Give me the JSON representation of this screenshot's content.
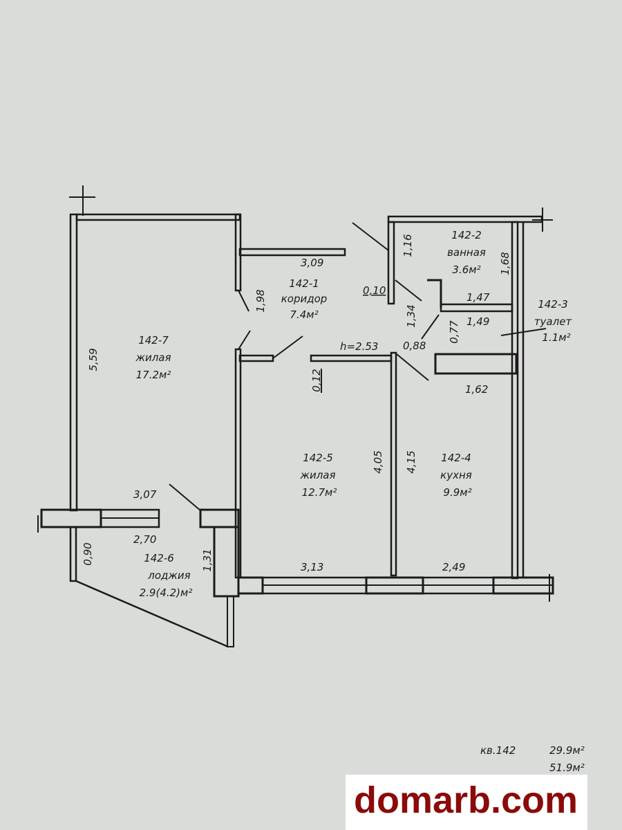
{
  "rooms": [
    {
      "id": "142-1",
      "name": "коридор",
      "area": "7.4м²"
    },
    {
      "id": "142-2",
      "name": "ванная",
      "area": "3.6м²"
    },
    {
      "id": "142-3",
      "name": "туалет",
      "area": "1.1м²"
    },
    {
      "id": "142-4",
      "name": "кухня",
      "area": "9.9м²"
    },
    {
      "id": "142-5",
      "name": "жилая",
      "area": "12.7м²"
    },
    {
      "id": "142-6",
      "name": "лоджия",
      "area": "2.9(4.2)м²"
    },
    {
      "id": "142-7",
      "name": "жилая",
      "area": "17.2м²"
    }
  ],
  "dimensions": [
    "3,09",
    "1,98",
    "5,59",
    "1,16",
    "0,10",
    "1,34",
    "1,68",
    "1,47",
    "1,49",
    "0,77",
    "0,88",
    "1,62",
    "h=2.53",
    "0,12",
    "4,05",
    "4,15",
    "3,07",
    "2,70",
    "0,90",
    "1,31",
    "3,13",
    "2,49"
  ],
  "summary": {
    "apartment": "кв.142",
    "living_area": "29.9м²",
    "total_area": "51.9м²"
  },
  "watermark": "domarb.com",
  "colors": {
    "paper": "#d9dcd9",
    "ink": "#1a1a1a",
    "watermark": "#8b0a0a"
  }
}
